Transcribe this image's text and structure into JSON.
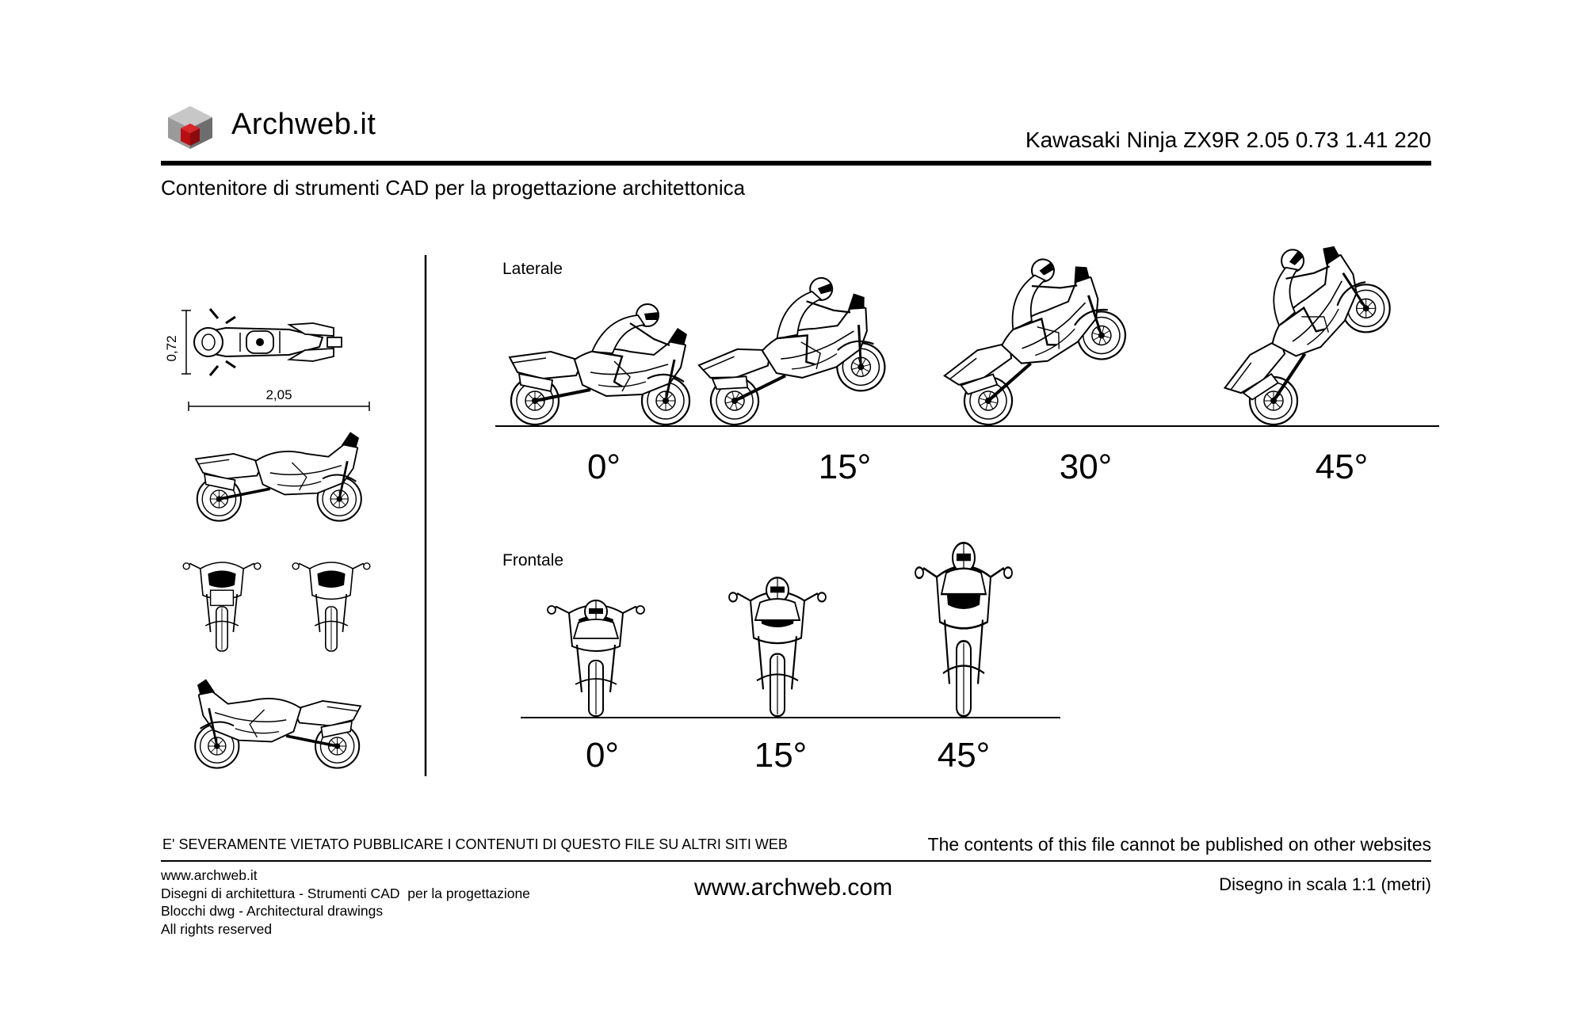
{
  "header": {
    "brand": "Archweb.it",
    "title": "Kawasaki Ninja ZX9R 2.05 0.73 1.41 220",
    "subtitle": "Contenitore di strumenti CAD per la progettazione architettonica"
  },
  "left_panel": {
    "width_dim": "2,05",
    "height_dim": "0,72"
  },
  "sections": {
    "laterale": {
      "label": "Laterale",
      "angles": [
        "0°",
        "15°",
        "30°",
        "45°"
      ]
    },
    "frontale": {
      "label": "Frontale",
      "angles": [
        "0°",
        "15°",
        "45°"
      ]
    }
  },
  "footer": {
    "warning_it": "E' SEVERAMENTE VIETATO PUBBLICARE I CONTENUTI DI QUESTO FILE SU ALTRI SITI WEB",
    "warning_en": "The contents of this file cannot be published on other websites",
    "lines": [
      "www.archweb.it",
      "Disegni di architettura - Strumenti CAD  per la progettazione",
      "Blocchi dwg - Architectural drawings",
      "All rights reserved"
    ],
    "website": "www.archweb.com",
    "scale": "Disegno in scala 1:1 (metri)"
  },
  "colors": {
    "logo_red": "#b80e12",
    "logo_grey_light": "#c7c7c7",
    "logo_grey_mid": "#9a9a9a",
    "logo_grey_dark": "#6e6e6e"
  }
}
